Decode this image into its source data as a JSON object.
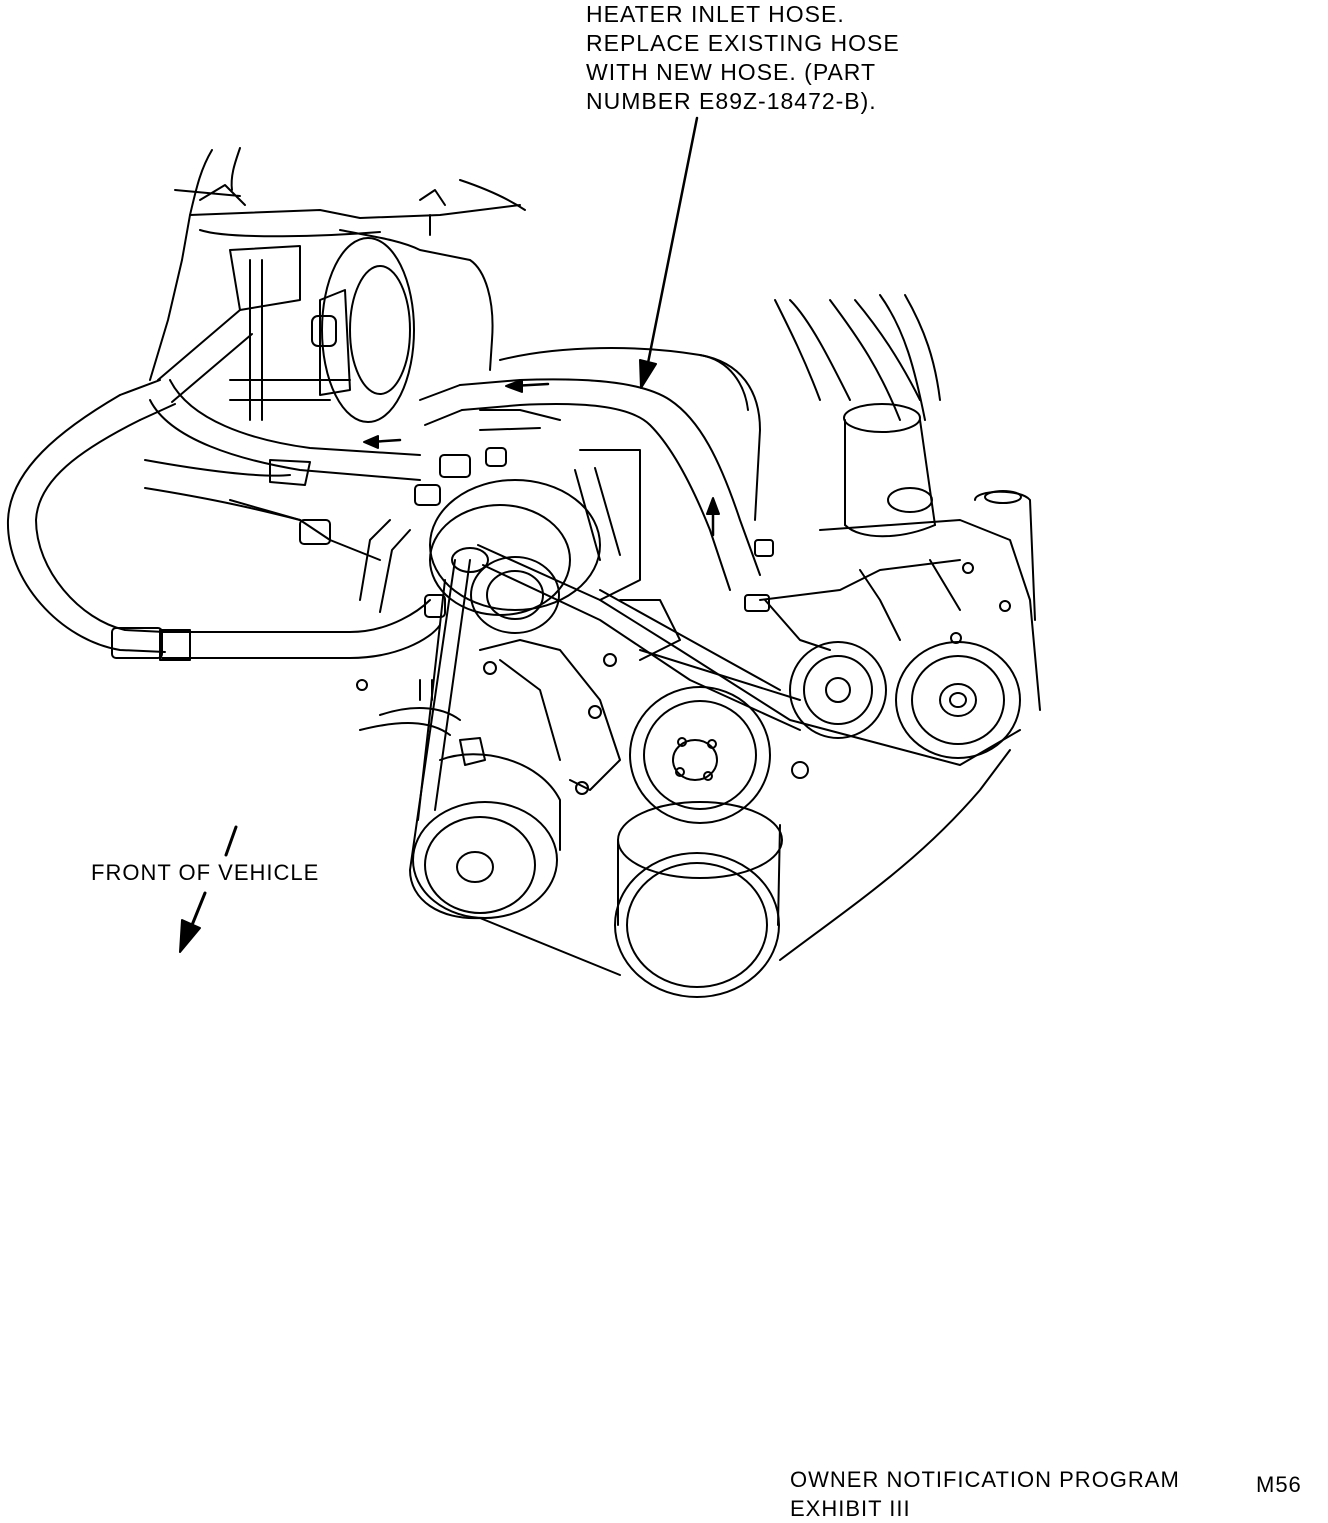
{
  "callout": {
    "lines": [
      "HEATER INLET HOSE.",
      "REPLACE EXISTING HOSE",
      "WITH NEW HOSE. (PART",
      "NUMBER E89Z-18472-B)."
    ]
  },
  "direction_label": "FRONT OF VEHICLE",
  "footer": {
    "program": "OWNER NOTIFICATION PROGRAM",
    "exhibit": "EXHIBIT III",
    "code": "M56"
  },
  "illustration": {
    "subject": "engine front accessory drive with heater hoses",
    "style": "black line art on white",
    "colors": {
      "ink": "#000000",
      "paper": "#ffffff"
    }
  }
}
